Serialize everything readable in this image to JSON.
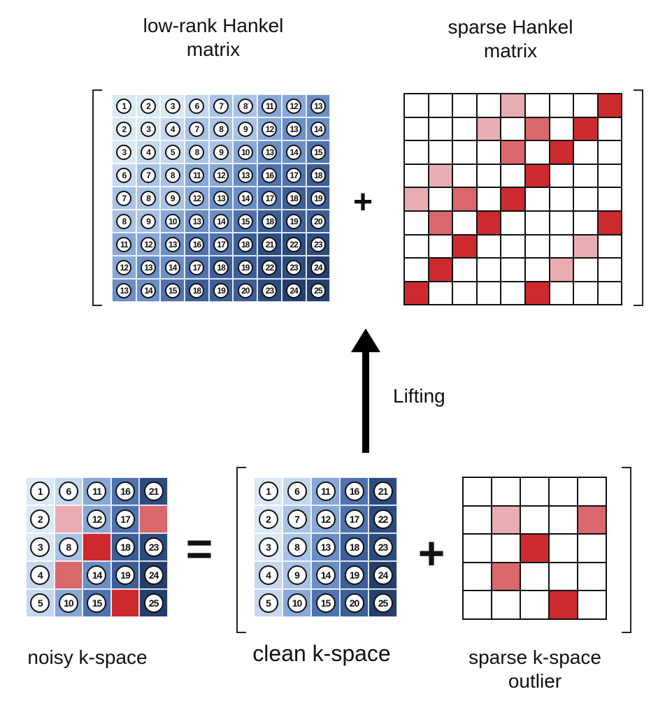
{
  "labels": {
    "low_rank_hankel": "low-rank Hankel\nmatrix",
    "sparse_hankel": "sparse Hankel\nmatrix",
    "lifting": "Lifting",
    "noisy_kspace": "noisy k-space",
    "clean_kspace": "clean k-space",
    "sparse_kspace_outlier": "sparse k-space\noutlier"
  },
  "operators": {
    "plus": "+",
    "equals": "="
  },
  "colors": {
    "blue_scale": [
      "#dbe8f5",
      "#c5d8ef",
      "#a9c3e6",
      "#87a8d8",
      "#6a8fc8",
      "#4f73b0",
      "#3b5f98",
      "#2c4c80",
      "#243f6d"
    ],
    "red_light": "#e8adb2",
    "red_mid": "#d9676b",
    "red_dark": "#cc2a2f"
  },
  "noisy_kspace": {
    "rows": [
      [
        "1",
        "6",
        "11",
        "16",
        "21"
      ],
      [
        "2",
        "",
        "12",
        "17",
        ""
      ],
      [
        "3",
        "8",
        "",
        "18",
        "23"
      ],
      [
        "4",
        "",
        "14",
        "19",
        "24"
      ],
      [
        "5",
        "10",
        "15",
        "",
        "25"
      ]
    ],
    "outliers": [
      [
        1,
        1,
        "light"
      ],
      [
        1,
        4,
        "mid"
      ],
      [
        2,
        2,
        "dark"
      ],
      [
        3,
        1,
        "mid"
      ],
      [
        4,
        3,
        "dark"
      ]
    ]
  },
  "clean_kspace": {
    "rows": [
      [
        "1",
        "6",
        "11",
        "16",
        "21"
      ],
      [
        "2",
        "7",
        "12",
        "17",
        "22"
      ],
      [
        "3",
        "8",
        "13",
        "18",
        "23"
      ],
      [
        "4",
        "9",
        "14",
        "19",
        "24"
      ],
      [
        "5",
        "10",
        "15",
        "20",
        "25"
      ]
    ]
  },
  "sparse_kspace": {
    "size": 5,
    "marks": [
      [
        1,
        1,
        "light"
      ],
      [
        1,
        4,
        "mid"
      ],
      [
        2,
        2,
        "dark"
      ],
      [
        3,
        1,
        "mid"
      ],
      [
        4,
        3,
        "dark"
      ]
    ]
  },
  "low_rank_hankel": {
    "rows": [
      [
        "1",
        "2",
        "3",
        "6",
        "7",
        "8",
        "11",
        "12",
        "13"
      ],
      [
        "2",
        "3",
        "4",
        "7",
        "8",
        "9",
        "12",
        "13",
        "14"
      ],
      [
        "3",
        "4",
        "5",
        "8",
        "9",
        "10",
        "13",
        "14",
        "15"
      ],
      [
        "6",
        "7",
        "8",
        "11",
        "12",
        "13",
        "16",
        "17",
        "18"
      ],
      [
        "7",
        "8",
        "9",
        "12",
        "13",
        "14",
        "17",
        "18",
        "19"
      ],
      [
        "8",
        "9",
        "10",
        "13",
        "14",
        "15",
        "18",
        "19",
        "20"
      ],
      [
        "11",
        "12",
        "13",
        "16",
        "17",
        "18",
        "21",
        "22",
        "23"
      ],
      [
        "12",
        "13",
        "14",
        "17",
        "18",
        "19",
        "22",
        "23",
        "24"
      ],
      [
        "13",
        "14",
        "15",
        "18",
        "19",
        "20",
        "23",
        "24",
        "25"
      ]
    ]
  },
  "sparse_hankel": {
    "size": 9,
    "marks": [
      [
        0,
        4,
        "light"
      ],
      [
        0,
        8,
        "dark"
      ],
      [
        1,
        3,
        "light"
      ],
      [
        1,
        5,
        "mid"
      ],
      [
        1,
        7,
        "dark"
      ],
      [
        2,
        4,
        "mid"
      ],
      [
        2,
        6,
        "dark"
      ],
      [
        3,
        1,
        "light"
      ],
      [
        3,
        5,
        "dark"
      ],
      [
        4,
        0,
        "light"
      ],
      [
        4,
        2,
        "mid"
      ],
      [
        4,
        4,
        "dark"
      ],
      [
        5,
        1,
        "mid"
      ],
      [
        5,
        3,
        "dark"
      ],
      [
        5,
        8,
        "dark"
      ],
      [
        6,
        2,
        "dark"
      ],
      [
        6,
        7,
        "light"
      ],
      [
        7,
        1,
        "dark"
      ],
      [
        7,
        6,
        "light"
      ],
      [
        8,
        0,
        "dark"
      ],
      [
        8,
        5,
        "dark"
      ]
    ]
  }
}
